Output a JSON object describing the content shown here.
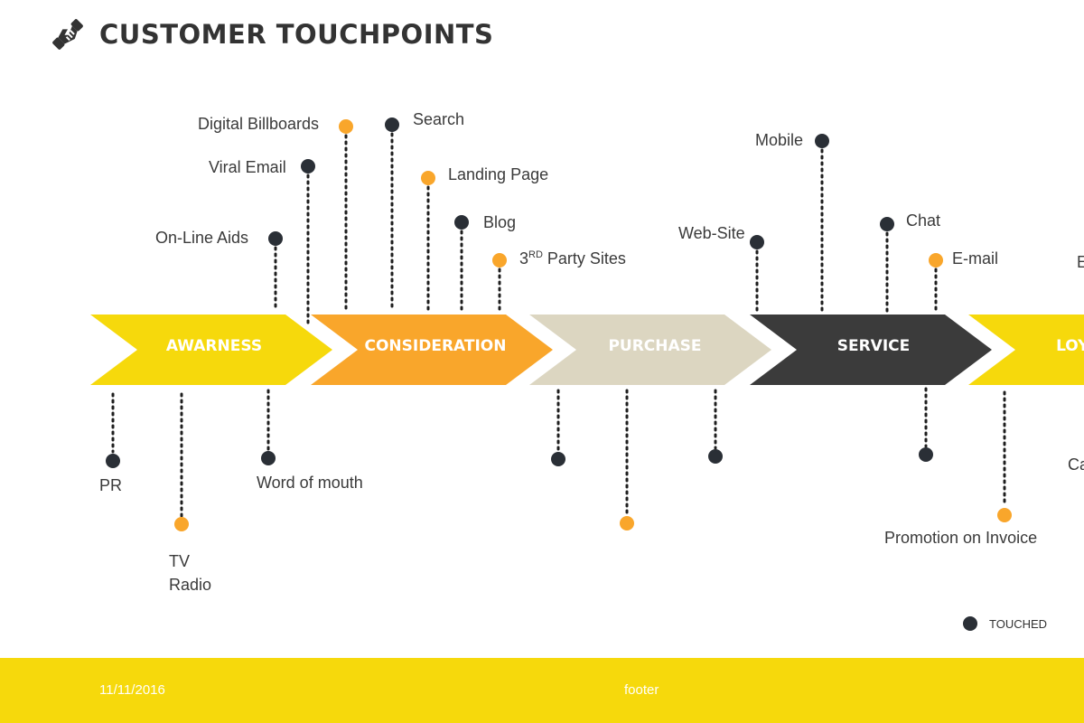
{
  "title": "CUSTOMER TOUCHPOINTS",
  "icon": "handshake-icon",
  "colors": {
    "yellow": "#f6d90c",
    "orange": "#f9a62b",
    "beige": "#dcd6c1",
    "dark": "#3b3b3b",
    "dot_dark": "#2a2f36",
    "dot_orange": "#f9a62b"
  },
  "stages": [
    {
      "label": "AWARNESS",
      "color": "#f6d90c"
    },
    {
      "label": "CONSIDERATION",
      "color": "#f9a62b"
    },
    {
      "label": "PURCHASE",
      "color": "#dcd6c1"
    },
    {
      "label": "SERVICE",
      "color": "#3b3b3b"
    },
    {
      "label": "LOYALTY",
      "color": "#f6d90c"
    }
  ],
  "touchpoints": {
    "pr": {
      "label": "PR",
      "type": "touched"
    },
    "tv_radio": {
      "label": "TV",
      "label2": "Radio",
      "type": "untouched"
    },
    "word_of_mouth": {
      "label": "Word of mouth",
      "type": "touched"
    },
    "online_aids": {
      "label": "On-Line Aids",
      "type": "touched"
    },
    "viral_email": {
      "label": "Viral Email",
      "type": "touched"
    },
    "digital_billboards": {
      "label": "Digital Billboards",
      "type": "untouched"
    },
    "search": {
      "label": "Search",
      "type": "touched"
    },
    "landing_page": {
      "label": "Landing Page",
      "type": "untouched"
    },
    "blog": {
      "label": "Blog",
      "type": "touched"
    },
    "third_party": {
      "label": "3",
      "sup": "RD",
      "rest": " Party Sites",
      "type": "untouched"
    },
    "purchase_1": {
      "type": "touched"
    },
    "purchase_2": {
      "type": "untouched"
    },
    "purchase_3": {
      "type": "touched"
    },
    "mobile": {
      "label": "Mobile",
      "type": "touched"
    },
    "website": {
      "label": "Web-Site",
      "type": "touched"
    },
    "chat": {
      "label": "Chat",
      "type": "touched"
    },
    "email": {
      "label": "E-mail",
      "type": "untouched"
    },
    "service_below": {
      "type": "touched"
    },
    "promotion_invoice": {
      "label": "Promotion on Invoice",
      "type": "untouched"
    },
    "cut_e": {
      "label": "E"
    },
    "cut_ca": {
      "label": "Ca"
    }
  },
  "legend": {
    "label": "TOUCHED"
  },
  "footer": {
    "date": "11/11/2016",
    "text": "footer"
  }
}
